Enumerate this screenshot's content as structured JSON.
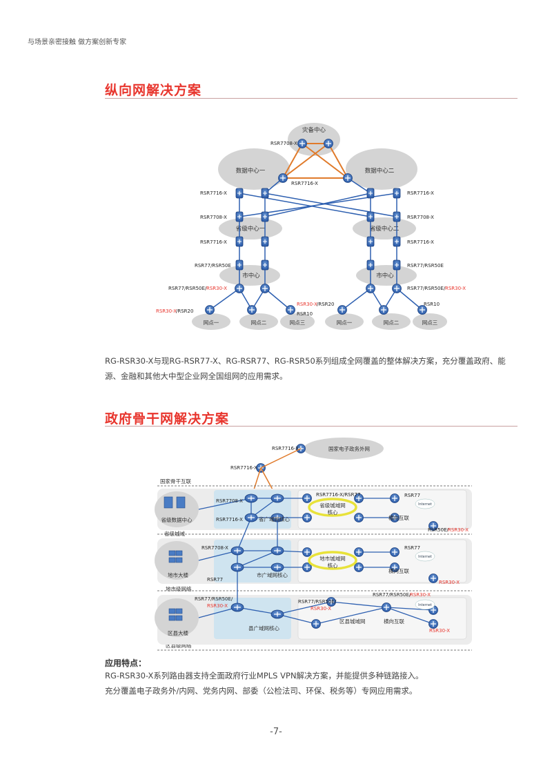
{
  "tagline": "与场景亲密接触  做方案创新专家",
  "section1": {
    "title": "纵向网解决方案",
    "paragraph": "RG-RSR30-X与现RG-RSR77-X、RG-RSR77、RG-RSR50系列组成全网覆盖的整体解决方案，充分覆盖政府、能源、金融和其他大中型企业网全国组网的应用需求。",
    "diagram": {
      "clouds": {
        "backup": "灾备中心",
        "dc1": "数据中心一",
        "dc2": "数据中心二",
        "prov1": "省级中心一",
        "prov2": "省级中心二",
        "city_l": "市中心",
        "city_r": "市中心",
        "s1l": "网点一",
        "s2l": "网点二",
        "s3l": "网点三",
        "s1r": "网点一",
        "s2r": "网点二",
        "s3r": "网点三"
      },
      "labels": {
        "top_7708": "RSR7708-X",
        "top_7716": "RSR7716-X",
        "l_7716a": "RSR7716-X",
        "r_7716a": "RSR7716-X",
        "l_7708": "RSR7708-X",
        "r_7708": "RSR7708-X",
        "l_7716b": "RSR7716-X",
        "r_7716b": "RSR7716-X",
        "l_77_50e": "RSR77/RSR50E",
        "r_77_50e": "RSR77/RSR50E",
        "l_city_a": "RSR77/RSR50E/",
        "l_city_b": "RSR30-X",
        "r_city_a": "RSR77/RSR50E/",
        "r_city_b": "RSR30-X",
        "l_site_red": "RSR30-X",
        "l_site_black": "/RSR20",
        "l_rsr10": "RSR10",
        "r_site_red": "RSR30-X",
        "r_site_black": "/RSR20",
        "r_rsr10": "RSR10"
      }
    }
  },
  "section2": {
    "title": "政府骨干网解决方案",
    "subheading": "应用特点：",
    "paragraph_line1": "RG-RSR30-X系列路由器支持全面政府行业MPLS VPN解决方案，并能提供多种链路接入。",
    "paragraph_line2": "充分覆盖电子政务外/内网、党务内网、部委（公检法司、环保、税务等）专网应用需求。",
    "diagram": {
      "top_cloud": "国家电子政务外网",
      "lbl_7716_top": "RSR7716-X",
      "lbl_7716_mid": "RSR7716-X",
      "band1": "国家骨干互联",
      "band2": "省级城域",
      "band3": "地市级网络",
      "band4": "区县级网络",
      "prov_dc": "省级数据中心",
      "prov_7708": "RSR7708-X",
      "prov_7716": "RSR7716-X",
      "prov_core": "省广域网核心",
      "prov_77": "RSR7716-X/RSR77",
      "prov_ring": "省级城域网",
      "prov_ring2": "核心",
      "prov_hx": "横向互联",
      "prov_rsr77": "RSR77",
      "prov_50e": "RSR50E/",
      "prov_30x": "RSR30-X",
      "city_bldg": "地市大楼",
      "city_7708": "RSR7708-X",
      "city_77": "RSR77",
      "city_core": "市广域网核心",
      "city_ring": "地市城域网",
      "city_ring2": "核心",
      "city_hx": "横向互联",
      "city_rsr77": "RSR77",
      "city_30x": "RSR30-X",
      "cty_bldg": "区县大楼",
      "cty_lbl_a": "RSR77/RSR50E/",
      "cty_lbl_b": "RSR30-X",
      "cty_core": "县广域网核心",
      "cty_mid_a": "RSR77/RSR50E/",
      "cty_mid_b": "RSR30-X",
      "cty_ring": "区县城域网",
      "cty_hx": "横向互联",
      "cty_right_a": "RSR77/RSR50E/",
      "cty_right_b": "RSR30-X",
      "cty_right_c": "RSR30-X",
      "internet": "Internet"
    }
  },
  "page_number": "-7-"
}
